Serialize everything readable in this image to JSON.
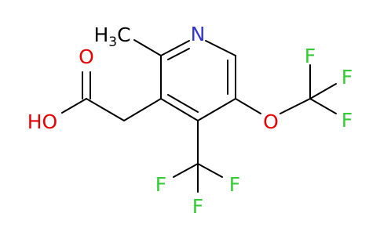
{
  "molecule": {
    "atoms": {
      "N": {
        "text": "N",
        "color": "#3333cc"
      },
      "methyl": {
        "prefix": "H",
        "sub": "3",
        "suffix": "C",
        "color": "#000000"
      },
      "O_carbonyl": {
        "text": "O",
        "color": "#e60000"
      },
      "O_hydroxyl": {
        "text": "HO",
        "color": "#e60000"
      },
      "O_ether": {
        "text": "O",
        "color": "#e60000"
      },
      "F_ocf3_top": {
        "text": "F",
        "color": "#33cc33"
      },
      "F_ocf3_right": {
        "text": "F",
        "color": "#33cc33"
      },
      "F_ocf3_bottom": {
        "text": "F",
        "color": "#33cc33"
      },
      "F_cf3_left": {
        "text": "F",
        "color": "#33cc33"
      },
      "F_cf3_right": {
        "text": "F",
        "color": "#33cc33"
      },
      "F_cf3_bottom": {
        "text": "F",
        "color": "#33cc33"
      }
    }
  }
}
